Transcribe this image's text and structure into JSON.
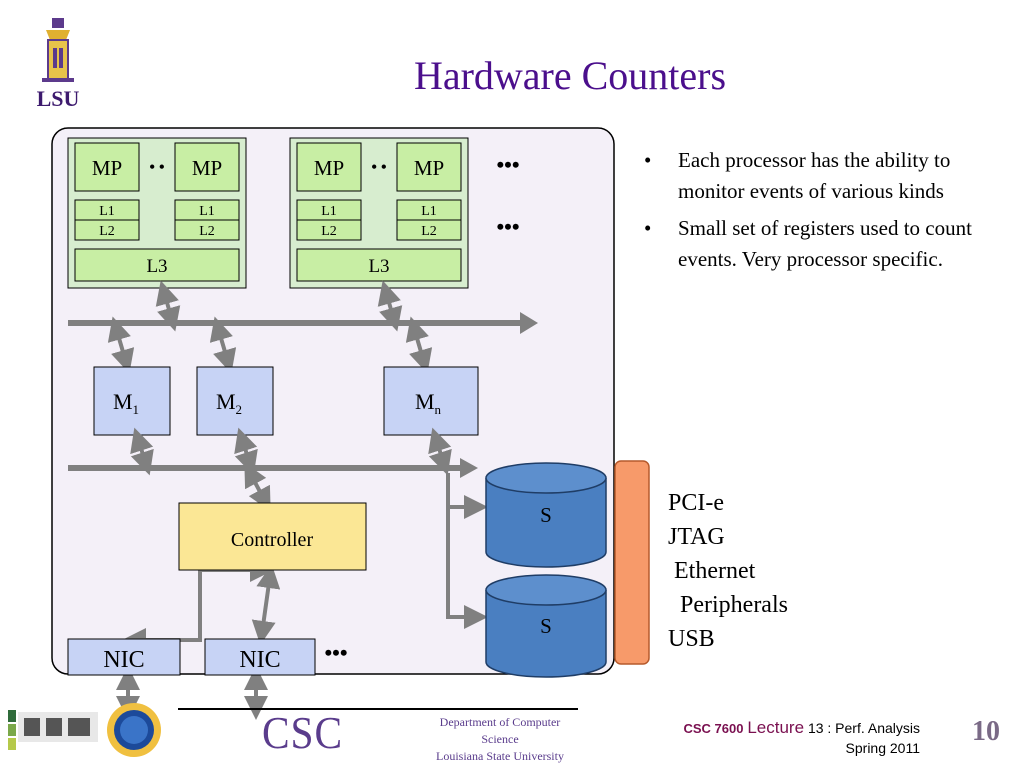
{
  "slide": {
    "title": "Hardware Counters",
    "page_number": "10"
  },
  "diagram": {
    "chip_left": {
      "mp_a": "MP",
      "mp_b": "MP",
      "l1_a": "L1",
      "l2_a": "L2",
      "l1_b": "L1",
      "l2_b": "L2",
      "l3": "L3",
      "between": "• •"
    },
    "chip_right": {
      "mp_a": "MP",
      "mp_b": "MP",
      "l1_a": "L1",
      "l2_a": "L2",
      "l1_b": "L1",
      "l2_b": "L2",
      "l3": "L3",
      "between": "• •"
    },
    "ellipsis": "•••",
    "memory": [
      {
        "base": "M",
        "sub": "1"
      },
      {
        "base": "M",
        "sub": "2"
      },
      {
        "base": "M",
        "sub": "n"
      }
    ],
    "controller": "Controller",
    "nic_a": "NIC",
    "nic_b": "NIC",
    "storage_a": "S",
    "storage_b": "S"
  },
  "bullets": [
    "Each processor has the ability to monitor events of various kinds",
    "Small set of registers used to count events. Very processor specific."
  ],
  "bullet_marker": "•",
  "io_labels": [
    "PCI-e",
    "JTAG",
    " Ethernet",
    "  Peripherals",
    "USB"
  ],
  "footer": {
    "logo_csc": "CSC",
    "dept_line1": "Department of Computer Science",
    "dept_line2": "Louisiana State University",
    "course_code": "CSC 7600",
    "lecture_word": "Lecture",
    "lecture_rest": "13 : Perf. Analysis",
    "semester": "Spring 2011"
  },
  "colors": {
    "title": "#4b0f8c",
    "chip_fill": "#d7edcf",
    "mp_fill": "#c8eea4",
    "memory_fill": "#c7d3f5",
    "controller_fill": "#fbe795",
    "storage_fill": "#4a7fc1",
    "io_bar_fill": "#f79a6a",
    "node_fill": "#f4f0f8",
    "bus": "#808080"
  }
}
